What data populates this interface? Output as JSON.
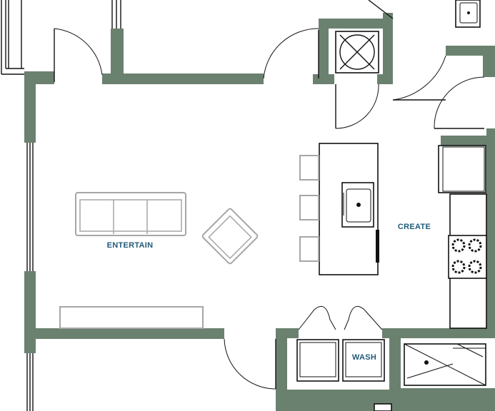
{
  "rooms": {
    "living": {
      "label": "ENTERTAIN"
    },
    "kitchen": {
      "label": "CREATE"
    },
    "laundry": {
      "label": "WASH"
    }
  },
  "colors": {
    "wall": "#6b8170",
    "label": "#1f5a78",
    "furniture_outline": "#a6a6a6",
    "line": "#111111"
  }
}
